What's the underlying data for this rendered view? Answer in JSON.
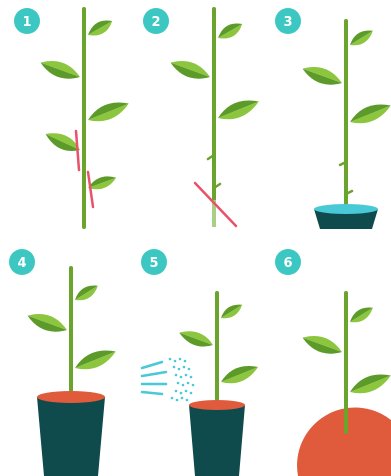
{
  "steps": [
    {
      "number": "1"
    },
    {
      "number": "2"
    },
    {
      "number": "3"
    },
    {
      "number": "4"
    },
    {
      "number": "5"
    },
    {
      "number": "6"
    }
  ],
  "colors": {
    "badge": "#3cc7c3",
    "badge_text": "#ffffff",
    "stem": "#6aa42d",
    "stem_pale": "#a8cf86",
    "leaf_light": "#8cc63f",
    "leaf_dark": "#5c9b2a",
    "cut_mark": "#e8526b",
    "pot": "#0f4a4c",
    "soil": "#e05a3c",
    "water_dish": "#49c9d6",
    "spray": "#49c9d6"
  },
  "icons": [
    "number-badge-icon",
    "leaf-icon",
    "cut-line-icon",
    "water-dish-icon",
    "pot-icon",
    "spray-mist-icon",
    "soil-mound-icon"
  ]
}
